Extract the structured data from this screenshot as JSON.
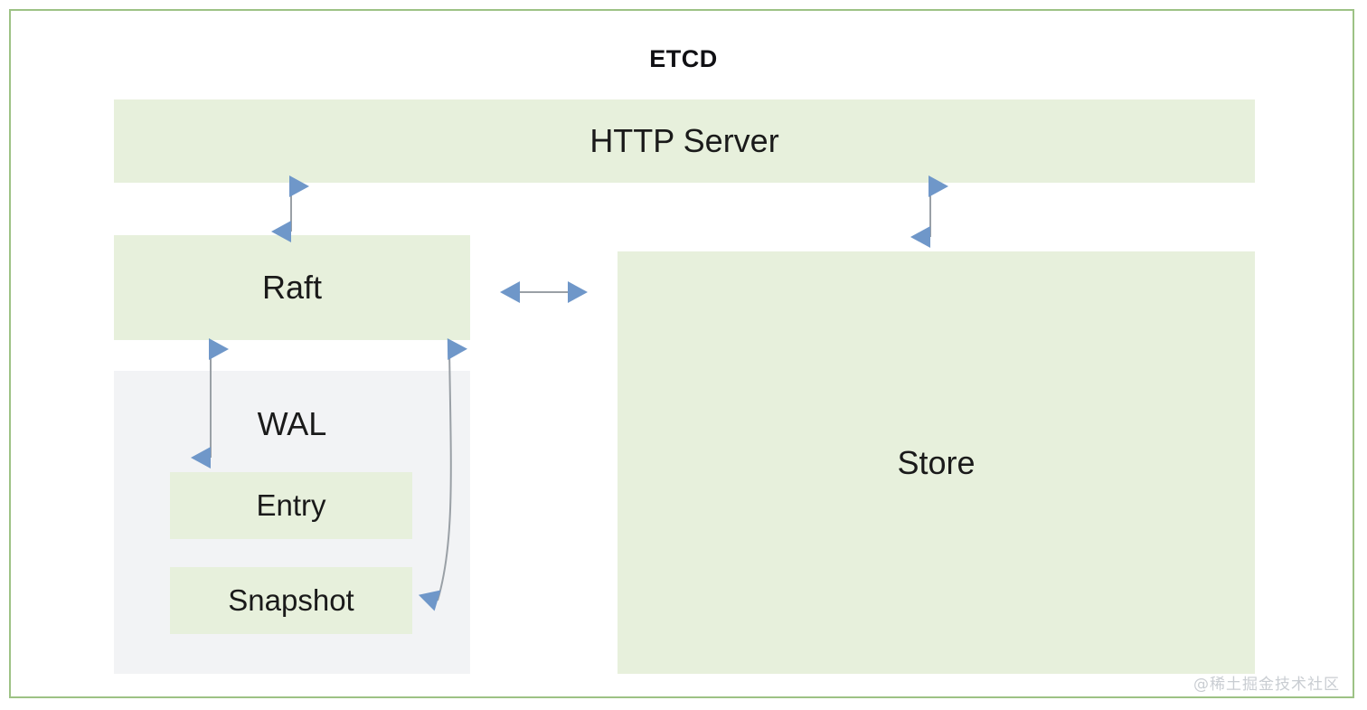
{
  "diagram": {
    "title": "ETCD",
    "watermark": "@稀土掘金技术社区",
    "colors": {
      "frame_border": "#9dc285",
      "box_green": "#e7f0dc",
      "box_gray": "#f2f3f5",
      "arrow": "#6f97c9",
      "arrow_line": "#9aa0a6",
      "text": "#1a1a1a",
      "watermark": "#c9cdd2",
      "background": "#ffffff"
    },
    "nodes": [
      {
        "id": "http-server",
        "label": "HTTP Server",
        "style": "green"
      },
      {
        "id": "raft",
        "label": "Raft",
        "style": "green"
      },
      {
        "id": "wal-container",
        "label": "WAL",
        "style": "gray"
      },
      {
        "id": "entry",
        "label": "Entry",
        "style": "green"
      },
      {
        "id": "snapshot",
        "label": "Snapshot",
        "style": "green"
      },
      {
        "id": "store",
        "label": "Store",
        "style": "green"
      }
    ],
    "connections": [
      {
        "id": "http-raft",
        "from": "http-server",
        "to": "raft",
        "kind": "double-arrow",
        "orientation": "vertical"
      },
      {
        "id": "http-store",
        "from": "http-server",
        "to": "store",
        "kind": "double-arrow",
        "orientation": "vertical"
      },
      {
        "id": "raft-store",
        "from": "raft",
        "to": "store",
        "kind": "double-arrow",
        "orientation": "horizontal"
      },
      {
        "id": "raft-wal",
        "from": "raft",
        "to": "wal-container",
        "kind": "double-arrow",
        "orientation": "vertical"
      },
      {
        "id": "raft-snapshot",
        "from": "raft",
        "to": "snapshot",
        "kind": "double-arrow",
        "orientation": "curved"
      }
    ]
  }
}
